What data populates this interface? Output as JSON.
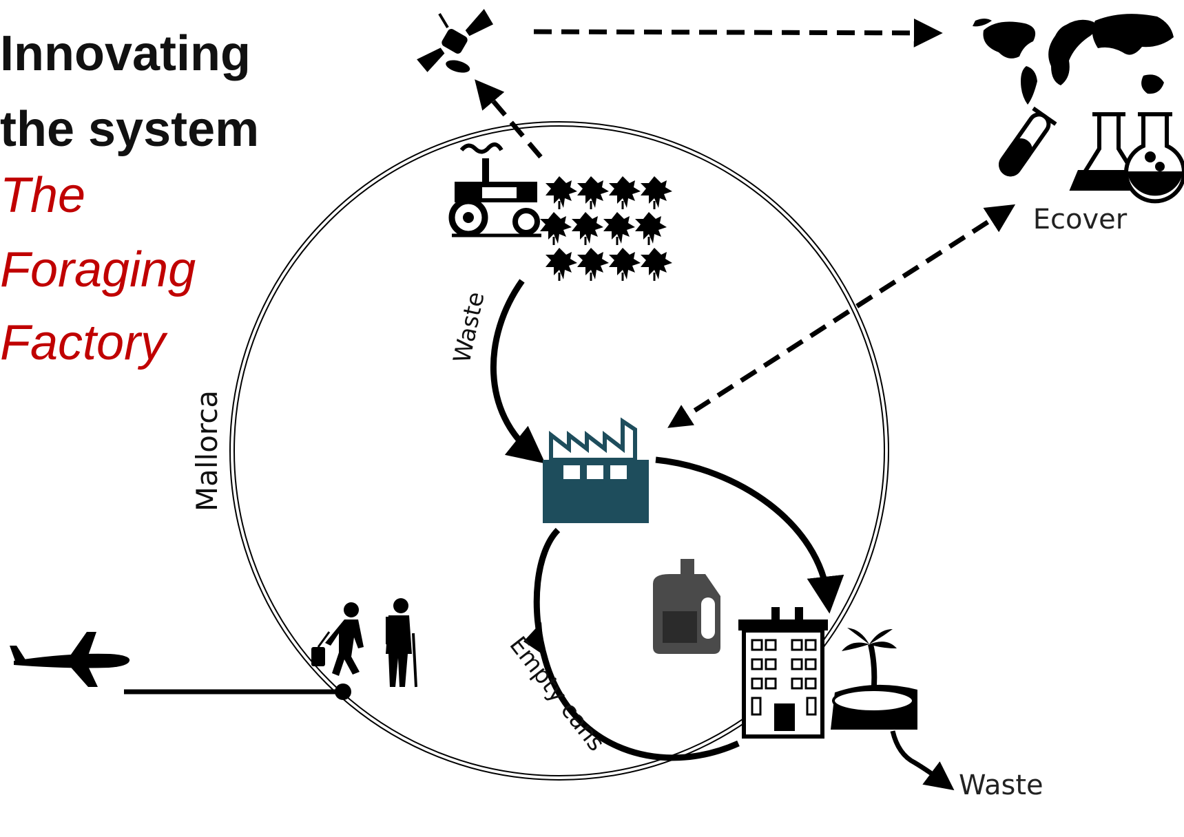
{
  "heading": {
    "lines": [
      "Innovating",
      "the system"
    ],
    "highlight_lines": [
      "The",
      "Foraging",
      "Factory"
    ],
    "highlight_color": "#c00000"
  },
  "diagram": {
    "region_label": "Mallorca",
    "partner_label": "Ecover",
    "flow_labels": {
      "waste_farm": "Waste",
      "empty_cans": "Empty cans",
      "waste_out": "Waste"
    },
    "colors": {
      "ink": "#000000",
      "factory": "#1e4d5c",
      "bottle": "#4a4a4a"
    },
    "icons": [
      "satellite-icon",
      "world-map-icon",
      "lab-glassware-icon",
      "tractor-icon",
      "crop-field-icon",
      "factory-icon",
      "detergent-bottle-icon",
      "hotel-icon",
      "palm-island-icon",
      "tourists-icon",
      "airplane-icon"
    ]
  }
}
